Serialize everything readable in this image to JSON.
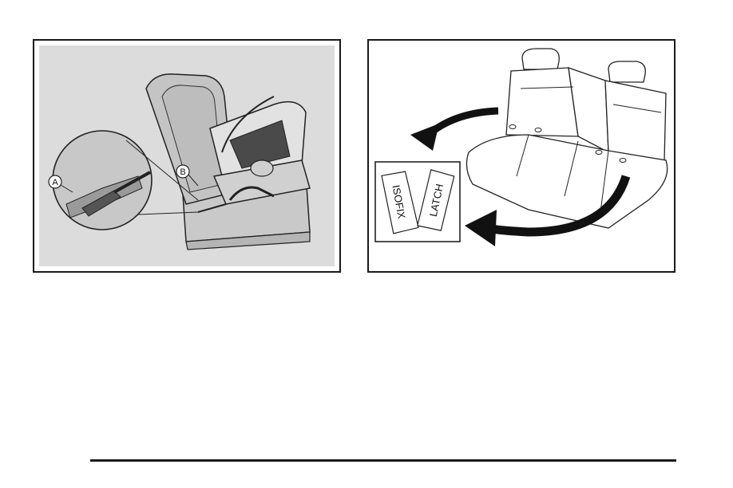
{
  "figures": {
    "left": {
      "callouts": [
        {
          "label": "A"
        },
        {
          "label": "B"
        }
      ]
    },
    "right": {
      "tags": [
        {
          "label": "ISOFIX"
        },
        {
          "label": "LATCH"
        }
      ]
    }
  }
}
